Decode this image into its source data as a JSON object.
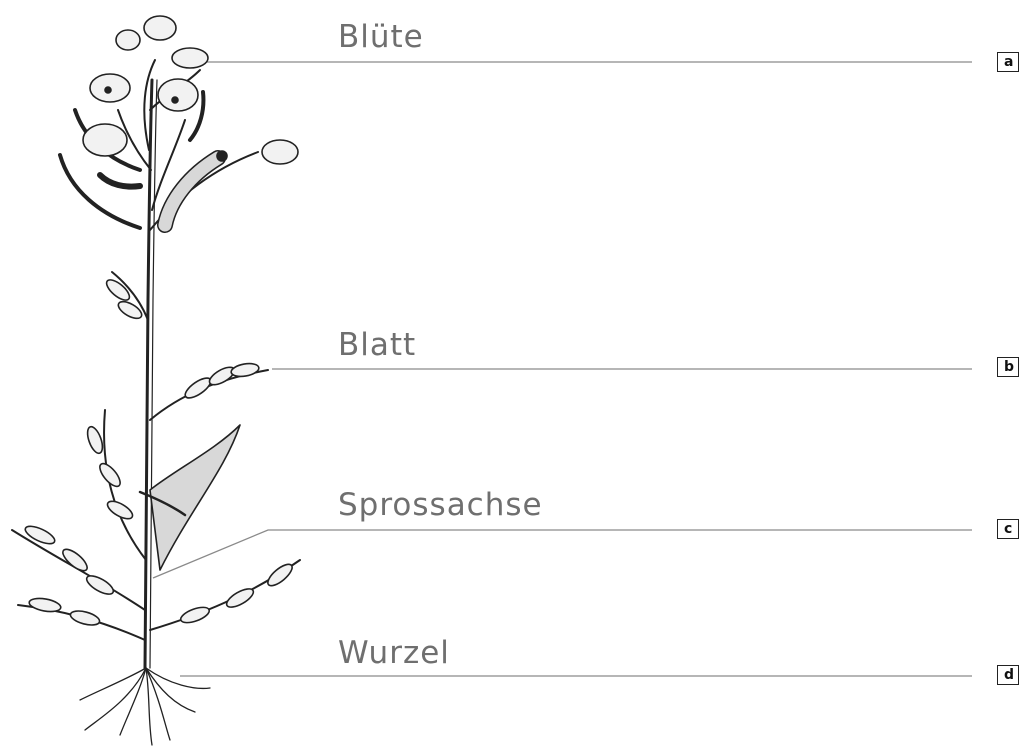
{
  "labels": [
    {
      "id": "a",
      "text": "Blüte"
    },
    {
      "id": "b",
      "text": "Blatt"
    },
    {
      "id": "c",
      "text": "Sprossachse"
    },
    {
      "id": "d",
      "text": "Wurzel"
    }
  ],
  "colors": {
    "label_text": "#6f6f6f",
    "leader_line": "#8a8a8a",
    "plant_outline": "#222222",
    "plant_fill": "#f2f2f2",
    "shading": "#d8d8d8"
  }
}
